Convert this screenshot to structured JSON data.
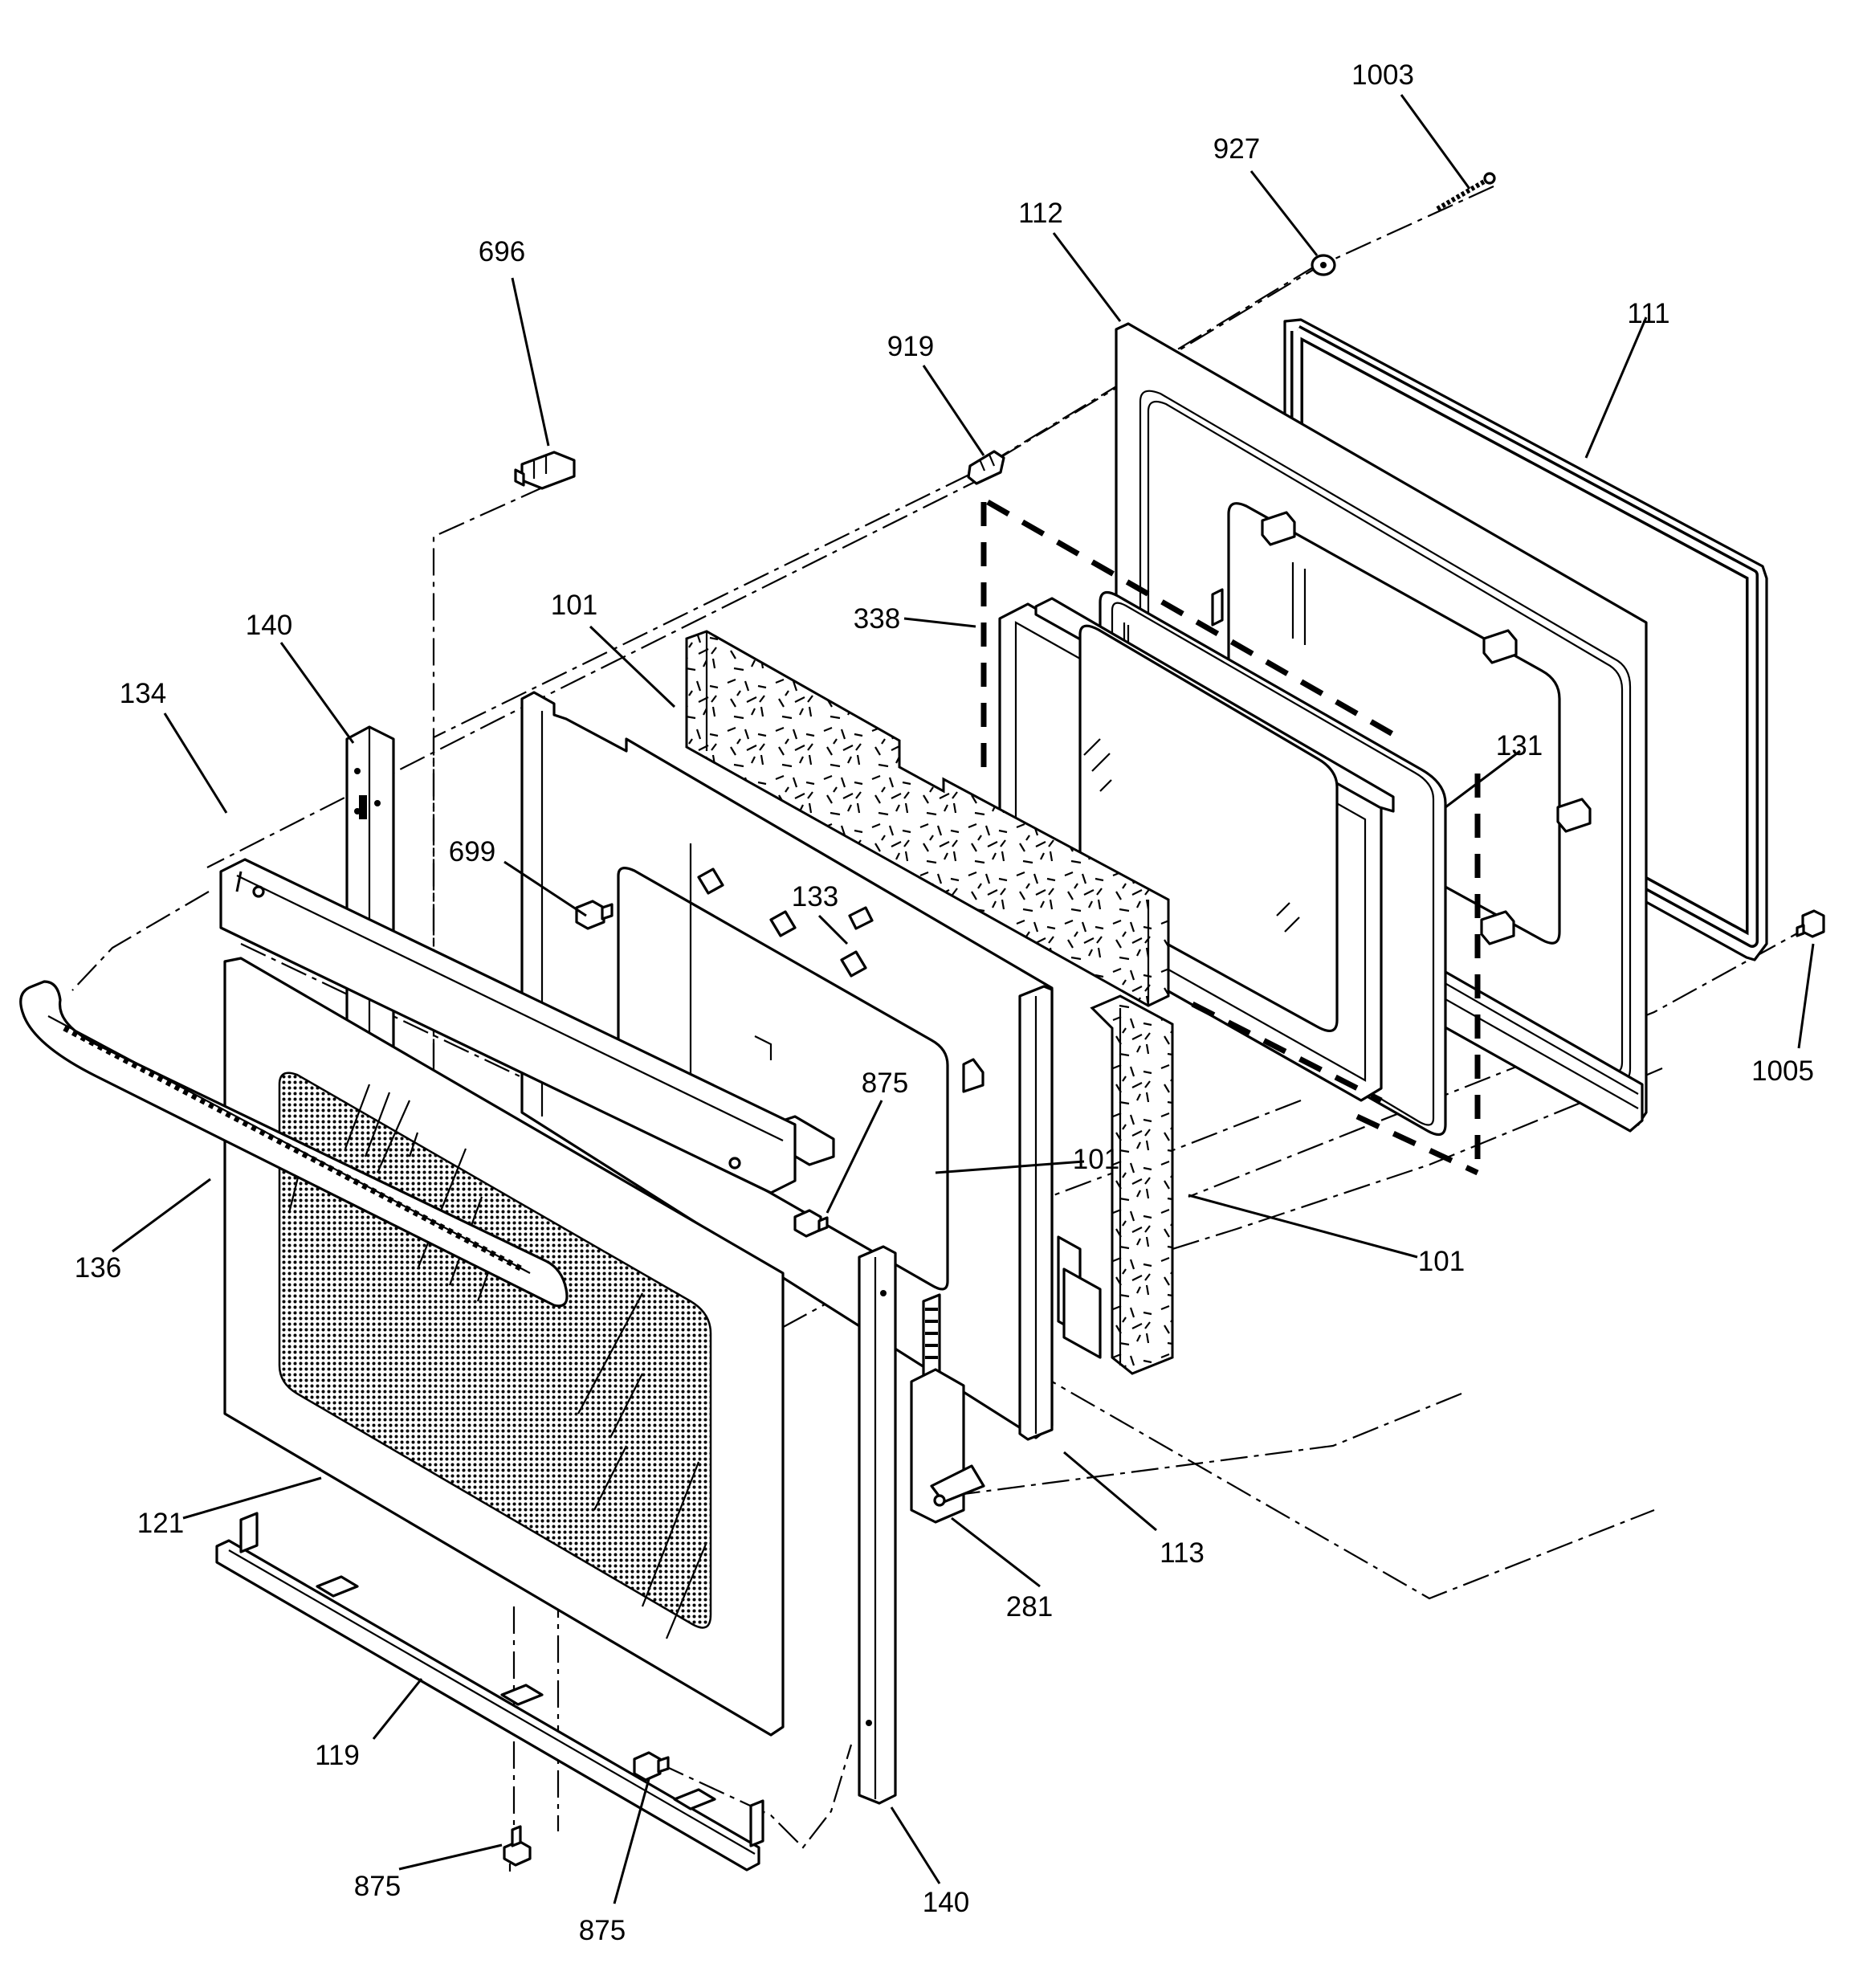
{
  "diagram": {
    "type": "exploded-parts-view",
    "callouts": [
      {
        "id": "c1003",
        "label": "1003"
      },
      {
        "id": "c927",
        "label": "927"
      },
      {
        "id": "c112",
        "label": "112"
      },
      {
        "id": "c111",
        "label": "111"
      },
      {
        "id": "c696",
        "label": "696"
      },
      {
        "id": "c919",
        "label": "919"
      },
      {
        "id": "c101a",
        "label": "101"
      },
      {
        "id": "c338",
        "label": "338"
      },
      {
        "id": "c140a",
        "label": "140"
      },
      {
        "id": "c134",
        "label": "134"
      },
      {
        "id": "c131",
        "label": "131"
      },
      {
        "id": "c699",
        "label": "699"
      },
      {
        "id": "c133",
        "label": "133"
      },
      {
        "id": "c875a",
        "label": "875"
      },
      {
        "id": "c101b",
        "label": "101"
      },
      {
        "id": "c1005",
        "label": "1005"
      },
      {
        "id": "c136",
        "label": "136"
      },
      {
        "id": "c101c",
        "label": "101"
      },
      {
        "id": "c121",
        "label": "121"
      },
      {
        "id": "c113",
        "label": "113"
      },
      {
        "id": "c281",
        "label": "281"
      },
      {
        "id": "c119",
        "label": "119"
      },
      {
        "id": "c875b",
        "label": "875"
      },
      {
        "id": "c875c",
        "label": "875"
      },
      {
        "id": "c140b",
        "label": "140"
      }
    ]
  }
}
